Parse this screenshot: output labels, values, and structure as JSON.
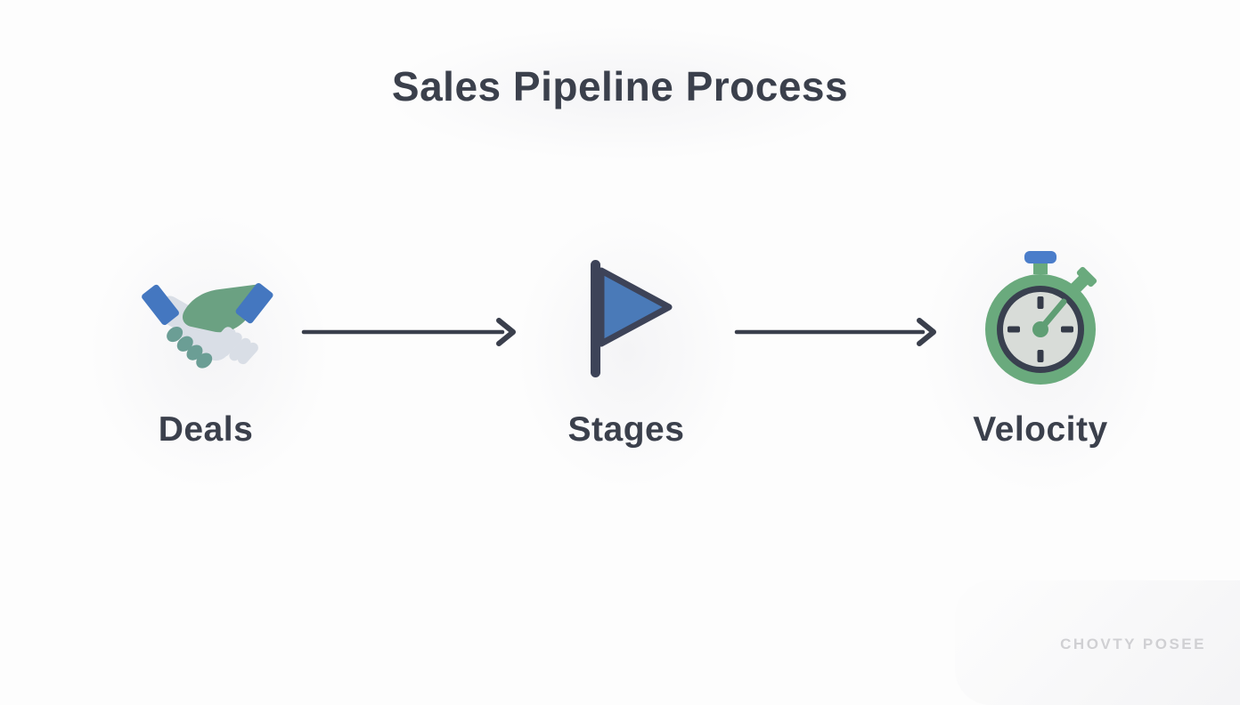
{
  "diagram": {
    "title": "Sales Pipeline Process",
    "steps": [
      {
        "id": "deals",
        "label": "Deals",
        "icon": "handshake-icon"
      },
      {
        "id": "stages",
        "label": "Stages",
        "icon": "flag-icon"
      },
      {
        "id": "velocity",
        "label": "Velocity",
        "icon": "stopwatch-icon"
      }
    ],
    "connectors": [
      {
        "type": "arrow-right",
        "from": "Deals",
        "to": "Stages"
      },
      {
        "type": "arrow-right",
        "from": "Stages",
        "to": "Velocity"
      }
    ],
    "watermark": "CHOVTY POSEE"
  },
  "colors": {
    "text": "#3b404c",
    "arrow": "#3a3f4c",
    "accent_blue": "#4477c0",
    "flag_blue": "#4a7ab8",
    "button_blue": "#4a7dca",
    "accent_green": "#6aaa7d",
    "sage_green": "#6ba182",
    "teal_green": "#6b9e95",
    "hand_gray": "#d9dee6",
    "face_gray": "#d8dcd8",
    "dark_navy": "#3d4358",
    "watermark_gray": "#d0d0d3",
    "background": "#fdfdfd"
  }
}
